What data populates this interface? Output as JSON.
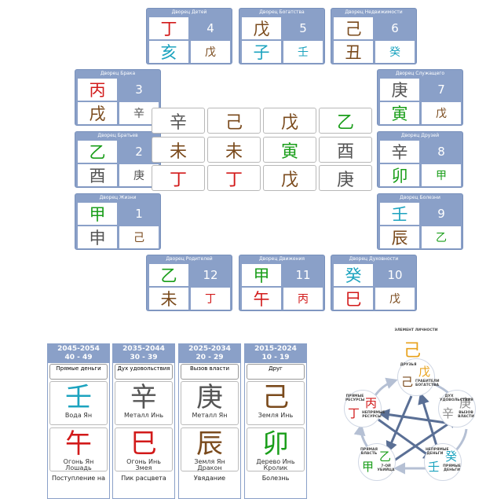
{
  "colors": {
    "fire": "#d21a1a",
    "earth": "#7a4a1c",
    "metal": "#555555",
    "water": "#1ca3bf",
    "wood": "#1a9e1a",
    "panel": "#8aa0c8"
  },
  "palaces": [
    {
      "id": "children",
      "title": "Дворец Детей",
      "stem": "丁",
      "branch": "亥",
      "num": "4",
      "hidden": "戊",
      "stem_el": "fire",
      "branch_el": "water",
      "hidden_el": "earth"
    },
    {
      "id": "wealth",
      "title": "Дворец Богатства",
      "stem": "戊",
      "branch": "子",
      "num": "5",
      "hidden": "壬",
      "stem_el": "earth",
      "branch_el": "water",
      "hidden_el": "water"
    },
    {
      "id": "property",
      "title": "Дворец Недвижимости",
      "stem": "己",
      "branch": "丑",
      "num": "6",
      "hidden": "癸",
      "stem_el": "earth",
      "branch_el": "earth",
      "hidden_el": "water"
    },
    {
      "id": "marriage",
      "title": "Дворец Брака",
      "stem": "丙",
      "branch": "戌",
      "num": "3",
      "hidden": "辛",
      "stem_el": "fire",
      "branch_el": "earth",
      "hidden_el": "metal"
    },
    {
      "id": "siblings",
      "title": "Дворец Братьев",
      "stem": "乙",
      "branch": "酉",
      "num": "2",
      "hidden": "庚",
      "stem_el": "wood",
      "branch_el": "metal",
      "hidden_el": "metal"
    },
    {
      "id": "life",
      "title": "Дворец Жизни",
      "stem": "甲",
      "branch": "申",
      "num": "1",
      "hidden": "己",
      "stem_el": "wood",
      "branch_el": "metal",
      "hidden_el": "earth"
    },
    {
      "id": "servants",
      "title": "Дворец Служащего",
      "stem": "庚",
      "branch": "寅",
      "num": "7",
      "hidden": "戊",
      "stem_el": "metal",
      "branch_el": "wood",
      "hidden_el": "earth"
    },
    {
      "id": "friends",
      "title": "Дворец Друзей",
      "stem": "辛",
      "branch": "卯",
      "num": "8",
      "hidden": "甲",
      "stem_el": "metal",
      "branch_el": "wood",
      "hidden_el": "wood"
    },
    {
      "id": "illness",
      "title": "Дворец Болезни",
      "stem": "壬",
      "branch": "辰",
      "num": "9",
      "hidden": "乙",
      "stem_el": "water",
      "branch_el": "earth",
      "hidden_el": "wood"
    },
    {
      "id": "parents",
      "title": "Дворец Родителей",
      "stem": "乙",
      "branch": "未",
      "num": "12",
      "hidden": "丁",
      "stem_el": "wood",
      "branch_el": "earth",
      "hidden_el": "fire"
    },
    {
      "id": "movement",
      "title": "Дворец Движения",
      "stem": "甲",
      "branch": "午",
      "num": "11",
      "hidden": "丙",
      "stem_el": "wood",
      "branch_el": "fire",
      "hidden_el": "fire"
    },
    {
      "id": "spirit",
      "title": "Дворец Духовности",
      "stem": "癸",
      "branch": "巳",
      "num": "10",
      "hidden": "戊",
      "stem_el": "water",
      "branch_el": "fire",
      "hidden_el": "earth"
    }
  ],
  "grid": [
    [
      {
        "ch": "辛",
        "el": "metal"
      },
      {
        "ch": "己",
        "el": "earth"
      },
      {
        "ch": "戊",
        "el": "earth"
      },
      {
        "ch": "乙",
        "el": "wood"
      }
    ],
    [
      {
        "ch": "未",
        "el": "earth"
      },
      {
        "ch": "未",
        "el": "earth"
      },
      {
        "ch": "寅",
        "el": "wood"
      },
      {
        "ch": "酉",
        "el": "metal"
      }
    ],
    [
      {
        "ch": "丁",
        "el": "fire"
      },
      {
        "ch": "丁",
        "el": "fire"
      },
      {
        "ch": "戊",
        "el": "earth"
      },
      {
        "ch": "庚",
        "el": "metal"
      }
    ]
  ],
  "pillars": [
    {
      "years": "2045-2054",
      "ages": "40 - 49",
      "god": "Прямые деньги",
      "stem": "壬",
      "stem_el": "water",
      "stem_label": "Вода Ян",
      "branch": "午",
      "branch_el": "fire",
      "branch_label1": "Огонь Ян",
      "branch_label2": "Лошадь",
      "footer": "Поступление на"
    },
    {
      "years": "2035-2044",
      "ages": "30 - 39",
      "god": "Дух удовольствия",
      "stem": "辛",
      "stem_el": "metal",
      "stem_label": "Металл Инь",
      "branch": "巳",
      "branch_el": "fire",
      "branch_label1": "Огонь Инь",
      "branch_label2": "Змея",
      "footer": "Пик расцвета"
    },
    {
      "years": "2025-2034",
      "ages": "20 - 29",
      "god": "Вызов власти",
      "stem": "庚",
      "stem_el": "metal",
      "stem_label": "Металл Ян",
      "branch": "辰",
      "branch_el": "earth",
      "branch_label1": "Земля Ян",
      "branch_label2": "Дракон",
      "footer": "Увядание"
    },
    {
      "years": "2015-2024",
      "ages": "10 - 19",
      "god": "Друг",
      "stem": "己",
      "stem_el": "earth",
      "stem_label": "Земля Инь",
      "branch": "卯",
      "branch_el": "wood",
      "branch_label1": "Дерево Инь",
      "branch_label2": "Кролик",
      "footer": "Болезнь"
    }
  ],
  "wuxing": {
    "element_label": "ЭЛЕМЕНТ ЛИЧНОСТИ",
    "element_char": "己",
    "nodes": [
      {
        "id": "earth",
        "ch1": "己",
        "ch2": "戊",
        "label_left": "ДРУЗЬЯ",
        "label_right": "ГРАБИТЕЛИ БОГАТСТВА"
      },
      {
        "id": "metal",
        "ch1": "辛",
        "ch2": "庚",
        "label_left": "ДУХ УДОВОЛЬСТВИЯ",
        "label_right": "ВЫЗОВ ВЛАСТИ"
      },
      {
        "id": "water",
        "ch1": "壬",
        "ch2": "癸",
        "label_left": "НЕПРЯМЫЕ ДЕНЬГИ",
        "label_right": "ПРЯМЫЕ ДЕНЬГИ"
      },
      {
        "id": "wood",
        "ch1": "甲",
        "ch2": "乙",
        "label_left": "ПРЯМАЯ ВЛАСТЬ",
        "label_right": "7-ОЙ УБИЙЦА"
      },
      {
        "id": "fire",
        "ch1": "丁",
        "ch2": "丙",
        "label_left": "ПРЯМЫЕ РЕСУРСЫ",
        "label_right": "НЕПРЯМЫЕ РЕСУРСЫ"
      }
    ]
  }
}
